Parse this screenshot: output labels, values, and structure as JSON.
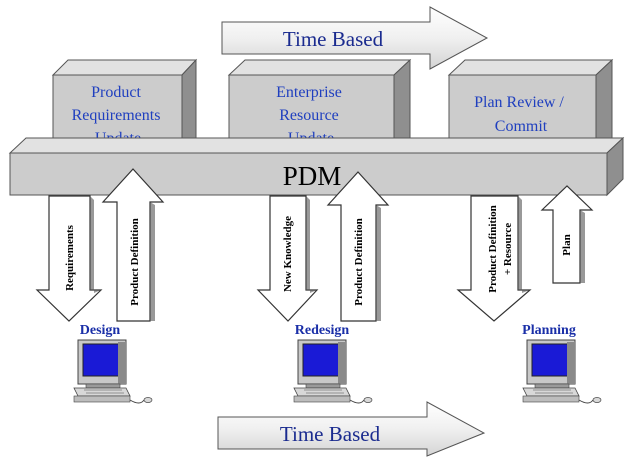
{
  "time_arrow_top": "Time Based",
  "time_arrow_bottom": "Time Based",
  "boxes": [
    {
      "lines": [
        "Product",
        "Requirements",
        "Update"
      ]
    },
    {
      "lines": [
        "Enterprise",
        "Resource",
        "Update"
      ]
    },
    {
      "lines": [
        "Plan Review /",
        "Commit"
      ]
    }
  ],
  "pdm_label": "PDM",
  "arrows": [
    {
      "label": "Requirements"
    },
    {
      "label": "Product Definition"
    },
    {
      "label": "New Knowledge"
    },
    {
      "label": "Product Definition"
    },
    {
      "label_lines": [
        "Product Definition",
        "+ Resource"
      ]
    },
    {
      "label": "Plan"
    }
  ],
  "stations": [
    {
      "label": "Design"
    },
    {
      "label": "Redesign"
    },
    {
      "label": "Planning"
    }
  ],
  "colors": {
    "box_face": "#cccccc",
    "box_top": "#e2e2e2",
    "box_side": "#8f8f8f",
    "box_text": "#1f3fbf",
    "arrow_fill": "#ffffff",
    "time_arrow_fill": "#f2f2f2",
    "monitor_screen": "#1a1ad6",
    "station_label": "#1a2fa8"
  }
}
